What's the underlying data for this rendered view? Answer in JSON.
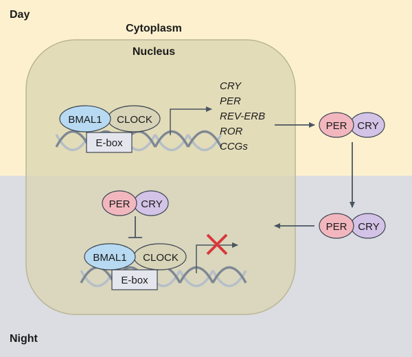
{
  "phases": {
    "day": "Day",
    "night": "Night"
  },
  "compartments": {
    "cytoplasm": "Cytoplasm",
    "nucleus": "Nucleus"
  },
  "activators": {
    "bmal1": "BMAL1",
    "clock": "CLOCK"
  },
  "promoter": {
    "ebox": "E-box"
  },
  "target_genes": [
    "CRY",
    "PER",
    "REV-ERB",
    "ROR",
    "CCGs"
  ],
  "repressors": {
    "per": "PER",
    "cry": "CRY"
  },
  "colors": {
    "day_bg": "#fcf0cf",
    "night_bg": "#dcdde2",
    "nucleus_fill": "#d9d4b0",
    "bmal1_fill": "#b7daf2",
    "clock_fill": "#d8d4b8",
    "per_fill": "#f2b7be",
    "cry_fill": "#d3c3e6",
    "inhibit_mark": "#d9373a",
    "arrow": "#4a5560"
  }
}
